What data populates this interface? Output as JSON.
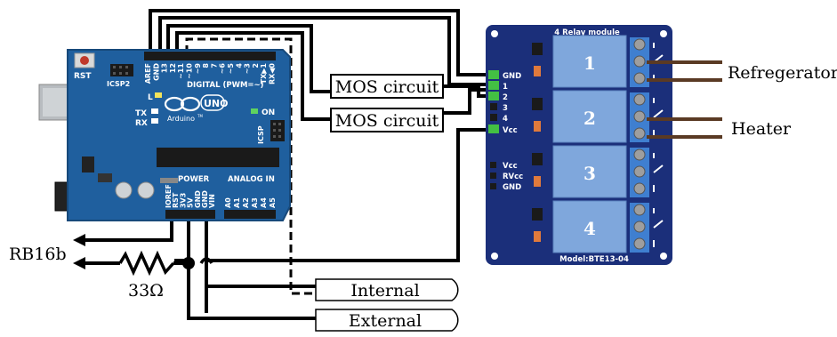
{
  "arduino": {
    "logo": "UNO",
    "brand": "Arduino",
    "tm": "TM",
    "digital_label": "DIGITAL (PWM=~)",
    "top_pins": [
      "AREF",
      "GND",
      "13",
      "12",
      "~11",
      "~10",
      "~9",
      "8",
      "7",
      "~6",
      "~5",
      "4",
      "~3",
      "2",
      "TX▶1",
      "RX◀0"
    ],
    "rst": "RST",
    "icsp2": "ICSP2",
    "l_led": "L",
    "tx": "TX",
    "rx": "RX",
    "on": "ON",
    "icsp": "ICSP",
    "power": "POWER",
    "analog_in": "ANALOG IN",
    "bottom_pins": [
      "IOREF",
      "RST",
      "3V3",
      "5V",
      "GND",
      "GND",
      "VIN",
      "A0",
      "A1",
      "A2",
      "A3",
      "A4",
      "A5"
    ],
    "colors": {
      "board": "#1f5f9e",
      "board_dark": "#17497a",
      "header": "#1a1a1a",
      "silk": "#ffffff"
    }
  },
  "relay": {
    "title": "4 Relay module",
    "model": "Model:BTE13-04",
    "input_pins": [
      "GND",
      "1",
      "2",
      "3",
      "4",
      "Vcc"
    ],
    "jumper_pins": [
      "Vcc",
      "RVcc",
      "GND"
    ],
    "channels": [
      "1",
      "2",
      "3",
      "4"
    ],
    "colors": {
      "board": "#1b2f7a",
      "relay": "#7fa7dc",
      "terminal": "#3f7fd0",
      "pin": "#43c043"
    }
  },
  "mos": [
    "MOS circuit",
    "MOS circuit"
  ],
  "loads": [
    "Refregerator",
    "Heater"
  ],
  "sensors": [
    "Internal",
    "External"
  ],
  "bus_label": "RB16b",
  "resistor_label": "33Ω"
}
